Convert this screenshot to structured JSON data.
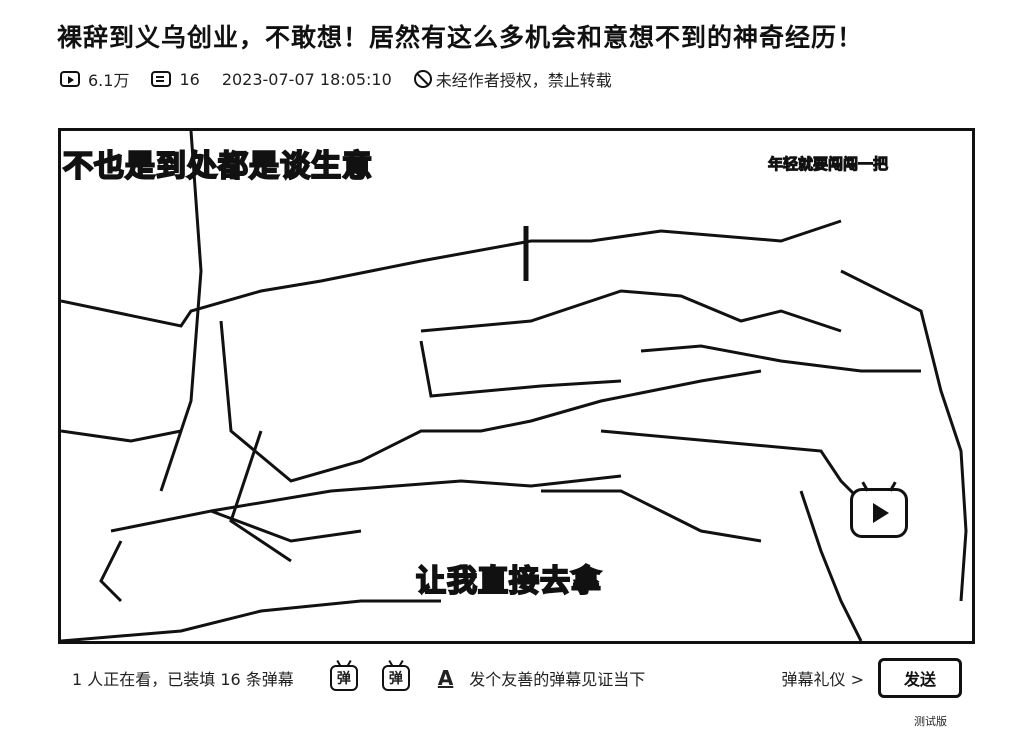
{
  "video": {
    "title": "裸辞到义乌创业，不敢想！居然有这么多机会和意想不到的神奇经历！",
    "views": "6.1万",
    "danmaku_count": "16",
    "datetime": "2023-07-07 18:05:10",
    "copyright": "未经作者授权，禁止转载"
  },
  "player": {
    "subtitle_top": "不也是到处都是谈生意",
    "subtitle_bottom": "让我直接去拿",
    "watermark": "年轻就要闯闯一把"
  },
  "danmaku_bar": {
    "viewers_text": "1 人正在看，已装填 16 条弹幕",
    "toggle_1": "弹",
    "toggle_2": "弹",
    "font_glyph": "A",
    "placeholder": "发个友善的弹幕见证当下",
    "etiquette": "弹幕礼仪 >",
    "send_label": "发送",
    "beta": "测试版"
  },
  "icons": {
    "views": "play-count-icon",
    "danmaku": "danmaku-count-icon",
    "copyright": "no-repost-icon",
    "player_badge": "bilibili-tv-icon"
  }
}
